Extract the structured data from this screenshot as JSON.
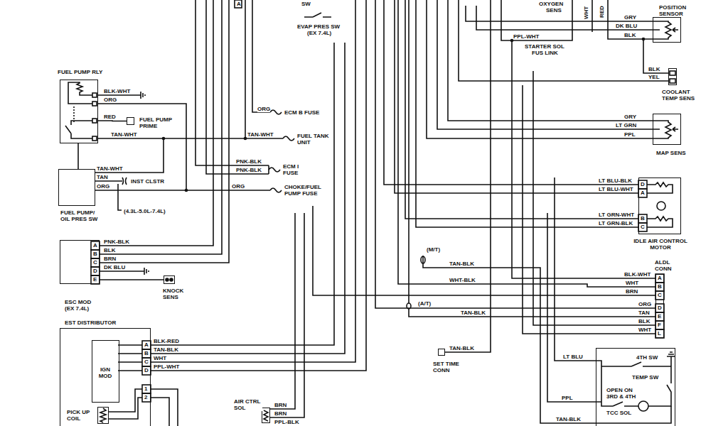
{
  "diagram": {
    "nodes": [
      {
        "text": [
          "FUEL PUMP RLY"
        ]
      },
      {
        "text": [
          "FUEL PUMP PRIME"
        ]
      },
      {
        "text": [
          "FUEL PUMP/ OIL PRES SW"
        ]
      },
      {
        "text": [
          "ESC MOD",
          "(EX 7.4L)"
        ]
      },
      {
        "text": [
          "KNOCK SENS"
        ]
      },
      {
        "text": [
          "EST DISTRIBUTOR"
        ]
      },
      {
        "text": [
          "IGN MOD"
        ],
        "in": 5
      },
      {
        "text": [
          "PICK UP COIL"
        ],
        "in": 5
      },
      {
        "text": [
          "SET TIME CONN"
        ]
      },
      {
        "text": [
          "POSITION SENSOR"
        ]
      },
      {
        "text": [
          "COOLANT TEMP SENS"
        ]
      },
      {
        "text": [
          "MAP SENS"
        ]
      },
      {
        "text": [
          "IDLE AIR CONTROL MOTOR"
        ]
      },
      {
        "text": [
          "ALDL CONN"
        ]
      },
      {
        "text": [
          "4TH SW",
          "TEMP SW",
          "OPEN ON 3RD & 4TH",
          "TCC SOL"
        ]
      },
      {
        "text": [
          "AIR CTRL SOL"
        ]
      }
    ],
    "edges": [
      {
        "from": 0,
        "to": 1,
        "arrow": "none"
      },
      {
        "from": 0,
        "to": 2,
        "arrow": "none"
      },
      {
        "from": 3,
        "to": 4,
        "arrow": "none"
      }
    ],
    "labels": [
      "SW",
      "EVAP PRES SW",
      "(EX 7.4L)",
      "OXYGEN",
      "SENS",
      "WHT",
      "RED",
      "GRY",
      "DK BLU",
      "BLK",
      "PPL-WHT",
      "STARTER SOL",
      "FUS LINK",
      "BLK-WHT",
      "ORG",
      "RED",
      "TAN-WHT",
      "ORG",
      "ECM B FUSE",
      "TAN-WHT",
      "FUEL TANK",
      "UNIT",
      "PNK-BLK",
      "PNK-BLK",
      "ECM I",
      "FUSE",
      "TAN-WHT",
      "TAN",
      "ORG",
      "INST CLSTR",
      "ORG",
      "CHOKE/FUEL",
      "PUMP FUSE",
      "(4.3L-5.0L-7.4L)",
      "A",
      "B",
      "C",
      "D",
      "E",
      "PNK-BLK",
      "BLK",
      "BRN",
      "DK BLU",
      "BLK",
      "YEL",
      "GRY",
      "LT GRN",
      "PPL",
      "D",
      "A",
      "B",
      "C",
      "LT BLU-BLK",
      "LT BLU-WHT",
      "LT GRN-WHT",
      "LT GRN-BLK",
      "(M/T)",
      "TAN-BLK",
      "WHT-BLK",
      "(A/T)",
      "TAN-BLK",
      "BLK-WHT",
      "WHT",
      "BRN",
      "ORG",
      "TAN",
      "BLK",
      "WHT",
      "A",
      "B",
      "C",
      "D",
      "E",
      "F",
      "L",
      "TAN-BLK",
      "A",
      "B",
      "C",
      "D",
      "1",
      "2",
      "BLK-RED",
      "TAN-BLK",
      "WHT",
      "PPL-WHT",
      "BRN",
      "BRN",
      "PPL-BLK",
      "LT BLU",
      "PPL",
      "TAN-BLK",
      "A"
    ]
  }
}
